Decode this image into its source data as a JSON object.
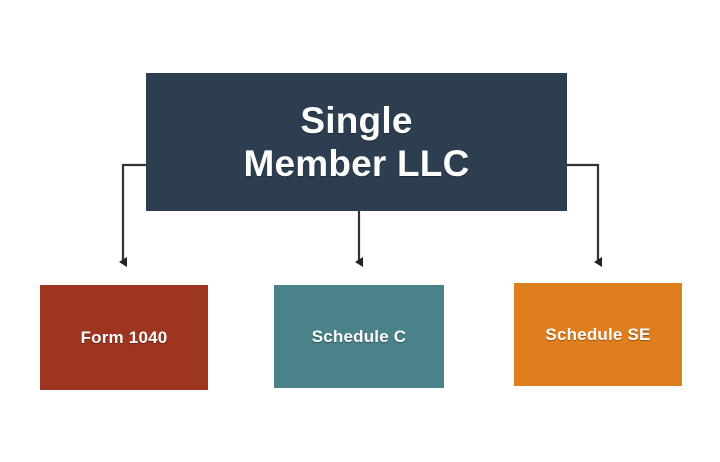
{
  "diagram": {
    "background_color": "#ffffff",
    "parent": {
      "id": "single-member-llc",
      "label": "Single\nMember LLC",
      "label_line1": "Single",
      "label_line2": "Member LLC",
      "fill_color": "#2c3e50",
      "text_color": "#fdfdfb"
    },
    "children": [
      {
        "id": "form-1040",
        "label": "Form 1040",
        "fill_color": "#9d3520",
        "text_color": "#fdfdfb"
      },
      {
        "id": "schedule-c",
        "label": "Schedule C",
        "fill_color": "#4a8289",
        "text_color": "#fdfdfb"
      },
      {
        "id": "schedule-se",
        "label": "Schedule SE",
        "fill_color": "#df7e1e",
        "text_color": "#fdfdfb"
      }
    ],
    "connectors": {
      "line_color": "#333333",
      "arrow_color": "#222222",
      "count": 3,
      "style": "elbow-and-straight-arrows"
    }
  }
}
